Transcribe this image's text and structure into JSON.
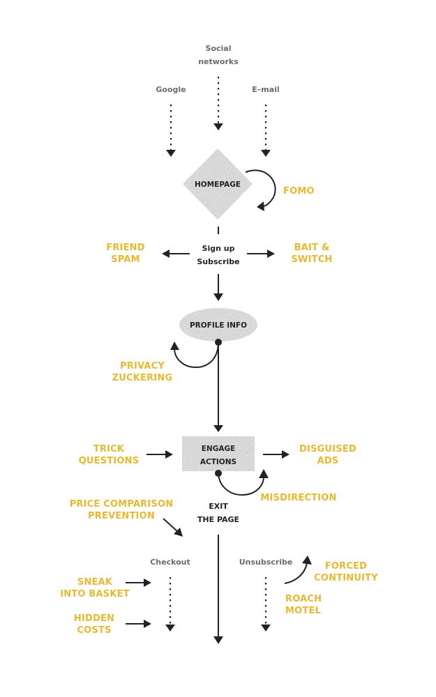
{
  "colors": {
    "pattern": "#e8b92f",
    "ink": "#222222",
    "source": "#6b6b6b",
    "node_fill": "#e6e6e6"
  },
  "sources": {
    "social": [
      "Social",
      "networks"
    ],
    "google": "Google",
    "email": "E–mail"
  },
  "nodes": {
    "homepage": "HOMEPAGE",
    "signup": [
      "Sign up",
      "Subscribe"
    ],
    "profile": "PROFILE INFO",
    "engage": [
      "ENGAGE",
      "ACTIONS"
    ],
    "exit": [
      "EXIT",
      "THE PAGE"
    ],
    "checkout": "Checkout",
    "unsubscribe": "Unsubscribe"
  },
  "dark_patterns": {
    "fomo": [
      "FOMO"
    ],
    "friend_spam": [
      "FRIEND",
      "SPAM"
    ],
    "bait_switch": [
      "BAIT &",
      "SWITCH"
    ],
    "privacy_zuckering": [
      "PRIVACY",
      "ZUCKERING"
    ],
    "trick_questions": [
      "TRICK",
      "QUESTIONS"
    ],
    "disguised_ads": [
      "DISGUISED",
      "ADS"
    ],
    "misdirection": [
      "MISDIRECTION"
    ],
    "price_comparison": [
      "PRICE COMPARISON",
      "PREVENTION"
    ],
    "sneak_basket": [
      "SNEAK",
      "INTO BASKET"
    ],
    "hidden_costs": [
      "HIDDEN",
      "COSTS"
    ],
    "forced_continuity": [
      "FORCED",
      "CONTINUITY"
    ],
    "roach_motel": [
      "ROACH",
      "MOTEL"
    ]
  }
}
